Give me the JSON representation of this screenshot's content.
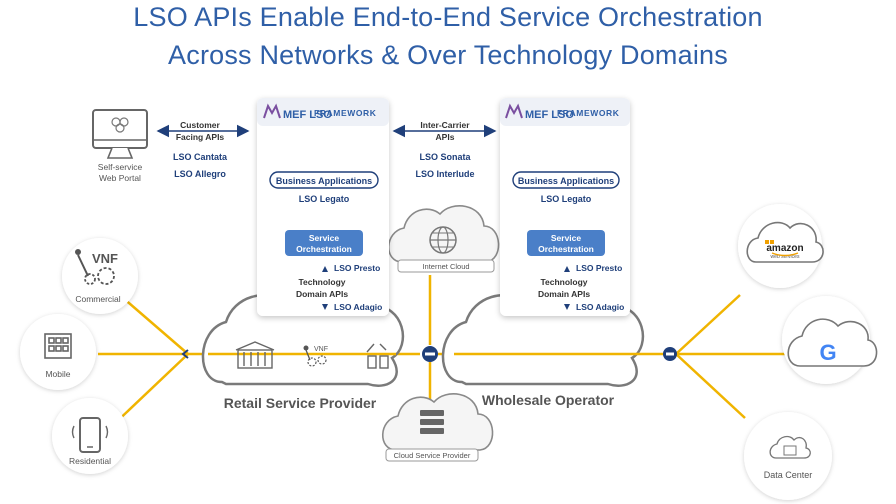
{
  "title": {
    "line1": "LSO APIs Enable End-to-End Service Orchestration",
    "line2": "Across Networks & Over Technology Domains"
  },
  "colors": {
    "title_blue": "#2f5fa7",
    "navy": "#1f3f7a",
    "orchestration_blue": "#4a7fc8",
    "gold_line": "#f0b400",
    "cloud_gray": "#7a7a7a",
    "mef_purple": "#7a4fa0"
  },
  "left_api": {
    "customer_facing": [
      "Customer",
      "Facing APIs"
    ],
    "cantata": "LSO Cantata",
    "allegro": "LSO Allegro"
  },
  "middle_api": {
    "inter_carrier": [
      "Inter-Carrier",
      "APIs"
    ],
    "sonata": "LSO Sonata",
    "interlude": "LSO Interlude"
  },
  "framework_left": {
    "logo": "MEF LSO",
    "label": "FRAMEWORK",
    "business_apps": "Business Applications",
    "legato": "LSO Legato",
    "service_orch": [
      "Service",
      "Orchestration"
    ],
    "presto": "LSO Presto",
    "tech_domain": [
      "Technology",
      "Domain APIs"
    ],
    "adagio": "LSO Adagio"
  },
  "framework_right": {
    "logo": "MEF LSO",
    "label": "FRAMEWORK",
    "business_apps": "Business Applications",
    "legato": "LSO Legato",
    "service_orch": [
      "Service",
      "Orchestration"
    ],
    "presto": "LSO Presto",
    "tech_domain": [
      "Technology",
      "Domain APIs"
    ],
    "adagio": "LSO Adagio"
  },
  "portal": [
    "Self-service",
    "Web Portal"
  ],
  "clouds": {
    "internet": "Internet Cloud",
    "cloud_service_provider": "Cloud Service Provider",
    "retail": "Retail Service Provider",
    "wholesale": "Wholesale Operator"
  },
  "customers": {
    "commercial": "Commercial",
    "vnf": "VNF",
    "mobile": "Mobile",
    "residential": "Residential"
  },
  "providers": {
    "amazon": [
      "amazon",
      "web services"
    ],
    "google": "G",
    "datacenter": "Data Center"
  },
  "inline_vnf": "VNF"
}
